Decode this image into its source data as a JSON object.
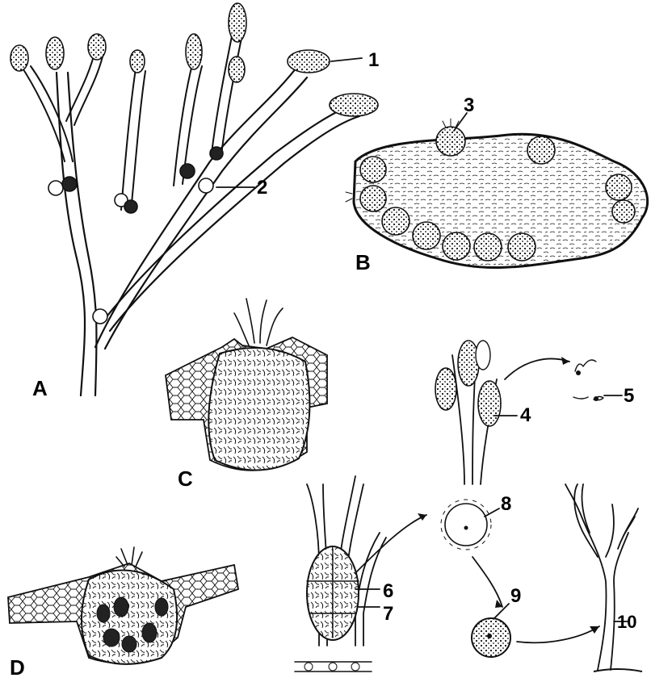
{
  "panels": {
    "a": {
      "label": "A"
    },
    "b": {
      "label": "B"
    },
    "c": {
      "label": "C"
    },
    "d": {
      "label": "D"
    }
  },
  "callouts": [
    "1",
    "2",
    "3",
    "4",
    "5",
    "6",
    "7",
    "8",
    "9",
    "10"
  ]
}
